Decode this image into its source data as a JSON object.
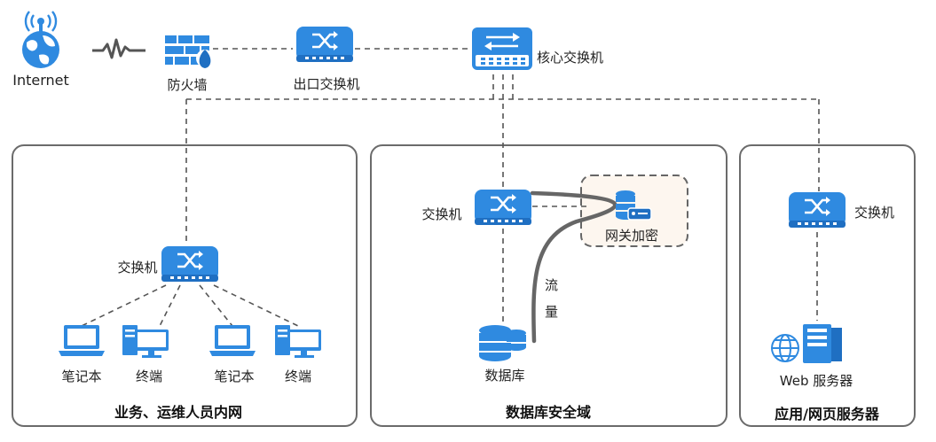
{
  "top": {
    "internet_label": "Internet",
    "firewall_label": "防火墙",
    "exit_switch_label": "出口交换机",
    "core_switch_label": "核心交换机"
  },
  "zones": {
    "business": {
      "title": "业务、运维人员内网",
      "switch_label": "交换机",
      "devices": [
        "笔记本",
        "终端",
        "笔记本",
        "终端"
      ]
    },
    "database": {
      "title": "数据库安全域",
      "switch_label": "交换机",
      "gateway_label": "网关加密",
      "db_label": "数据库",
      "traffic_chars": [
        "流",
        "量"
      ]
    },
    "web": {
      "title": "应用/网页服务器",
      "switch_label": "交换机",
      "server_label": "Web 服务器"
    }
  },
  "colors": {
    "device_blue": "#2f8ae0",
    "device_dark": "#1f6fc2",
    "zone_border": "#6b6b6b",
    "gateway_fill": "#fdf6ef",
    "dash_line": "#555555",
    "traffic_line": "#666666"
  }
}
